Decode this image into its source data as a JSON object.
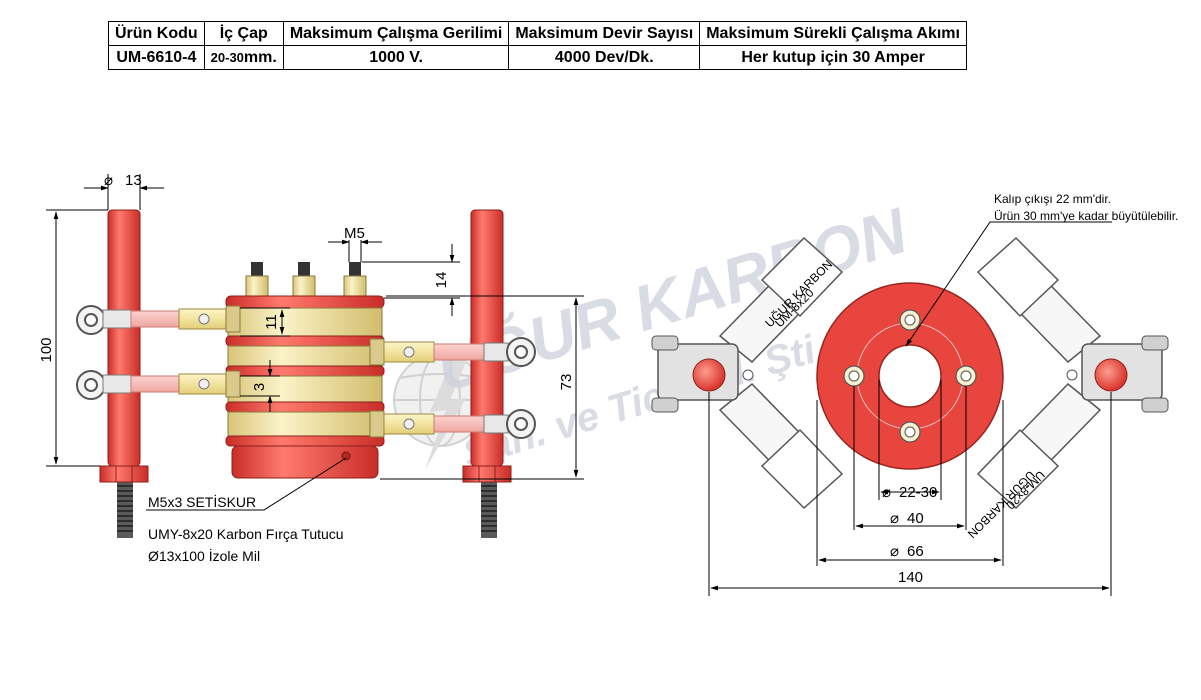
{
  "spec_table": {
    "headers": [
      "Ürün Kodu",
      "İç Çap",
      "Maksimum Çalışma Gerilimi",
      "Maksimum Devir Sayısı",
      "Maksimum Sürekli Çalışma Akımı"
    ],
    "row": {
      "code": "UM-6610-4",
      "bore_num": "20-30",
      "bore_unit": "mm.",
      "voltage": "1000 V.",
      "speed": "4000 Dev/Dk.",
      "current": "Her kutup için 30 Amper"
    }
  },
  "side_view": {
    "dims": {
      "shaft_dia": "13",
      "height_total": "100",
      "thread": "M5",
      "screw_height": "14",
      "ring_pitch": "11",
      "ring_gap": "3",
      "body_height": "73"
    },
    "labels": {
      "setscrew": "M5x3 SETİSKUR",
      "brush_holder": "UMY-8x20 Karbon Fırça Tutucu",
      "shaft": "Ø13x100 İzole Mil"
    }
  },
  "front_view": {
    "note": [
      "Kalıp çıkışı 22 mm'dir.",
      "Ürün 30 mm'ye kadar büyütülebilir."
    ],
    "dims": {
      "bore": "22-30",
      "bolt_circle": "40",
      "outer": "66",
      "total": "140"
    },
    "holder_text": [
      "UĞUR KARBON",
      "UM-8x20"
    ]
  },
  "watermark": {
    "line1": "UĞUR KARBON",
    "line2": "San. ve Tic. Ltd. Şti."
  },
  "colors": {
    "red": "#e8453e",
    "brass": "#f2e4a0",
    "grey": "#b9b9b9"
  }
}
